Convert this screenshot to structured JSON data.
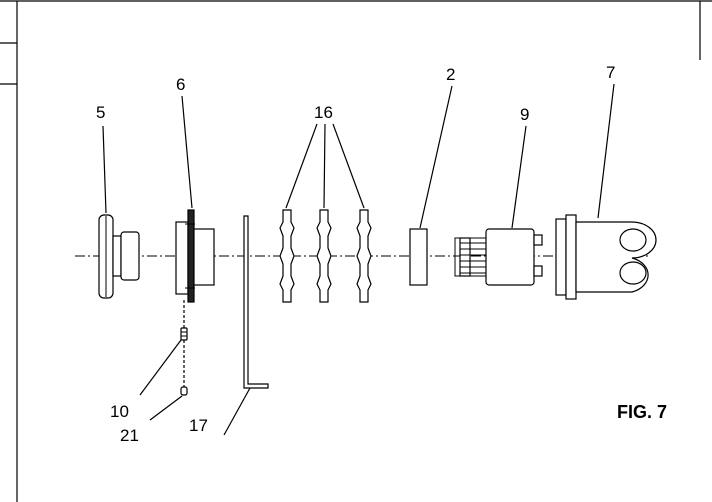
{
  "figure": {
    "caption": "FIG. 7",
    "callouts": {
      "c5": "5",
      "c6": "6",
      "c16": "16",
      "c2": "2",
      "c9": "9",
      "c7": "7",
      "c10": "10",
      "c21": "21",
      "c17": "17"
    }
  }
}
